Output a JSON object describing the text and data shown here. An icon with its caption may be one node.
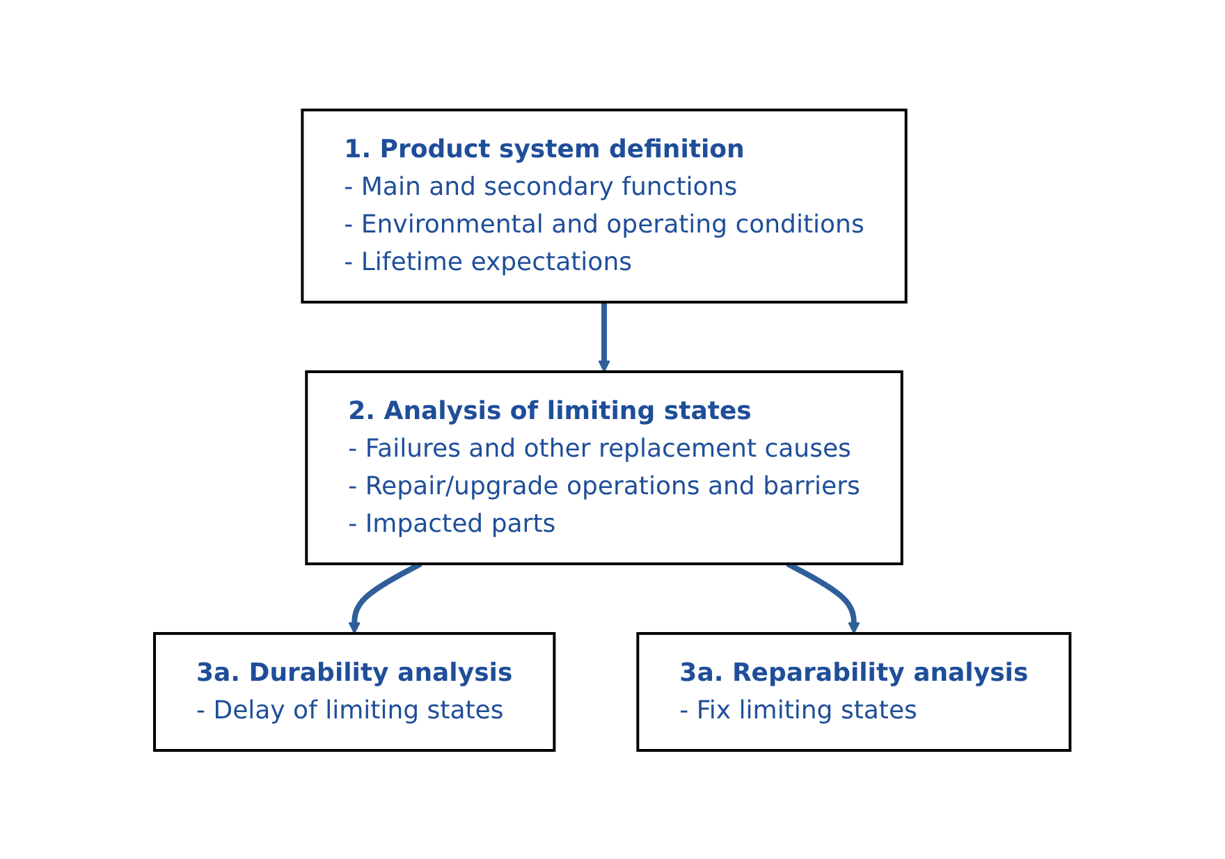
{
  "diagram": {
    "nodes": [
      {
        "text": [
          "1. Product system definition",
          "- Main and secondary functions",
          "- Environmental and operating conditions",
          "- Lifetime expectations"
        ]
      },
      {
        "text": [
          "2. Analysis of limiting states",
          "- Failures and other replacement causes",
          "- Repair/upgrade operations and barriers",
          "- Impacted parts"
        ]
      },
      {
        "text": [
          "3a. Durability analysis",
          "- Delay of limiting states"
        ]
      },
      {
        "text": [
          "3a. Reparability analysis",
          "- Fix limiting states"
        ]
      }
    ],
    "edges": [
      {
        "from": 0,
        "to": 1,
        "arrow": "to"
      },
      {
        "from": 1,
        "to": 2,
        "arrow": "to"
      },
      {
        "from": 1,
        "to": 3,
        "arrow": "to"
      }
    ]
  }
}
